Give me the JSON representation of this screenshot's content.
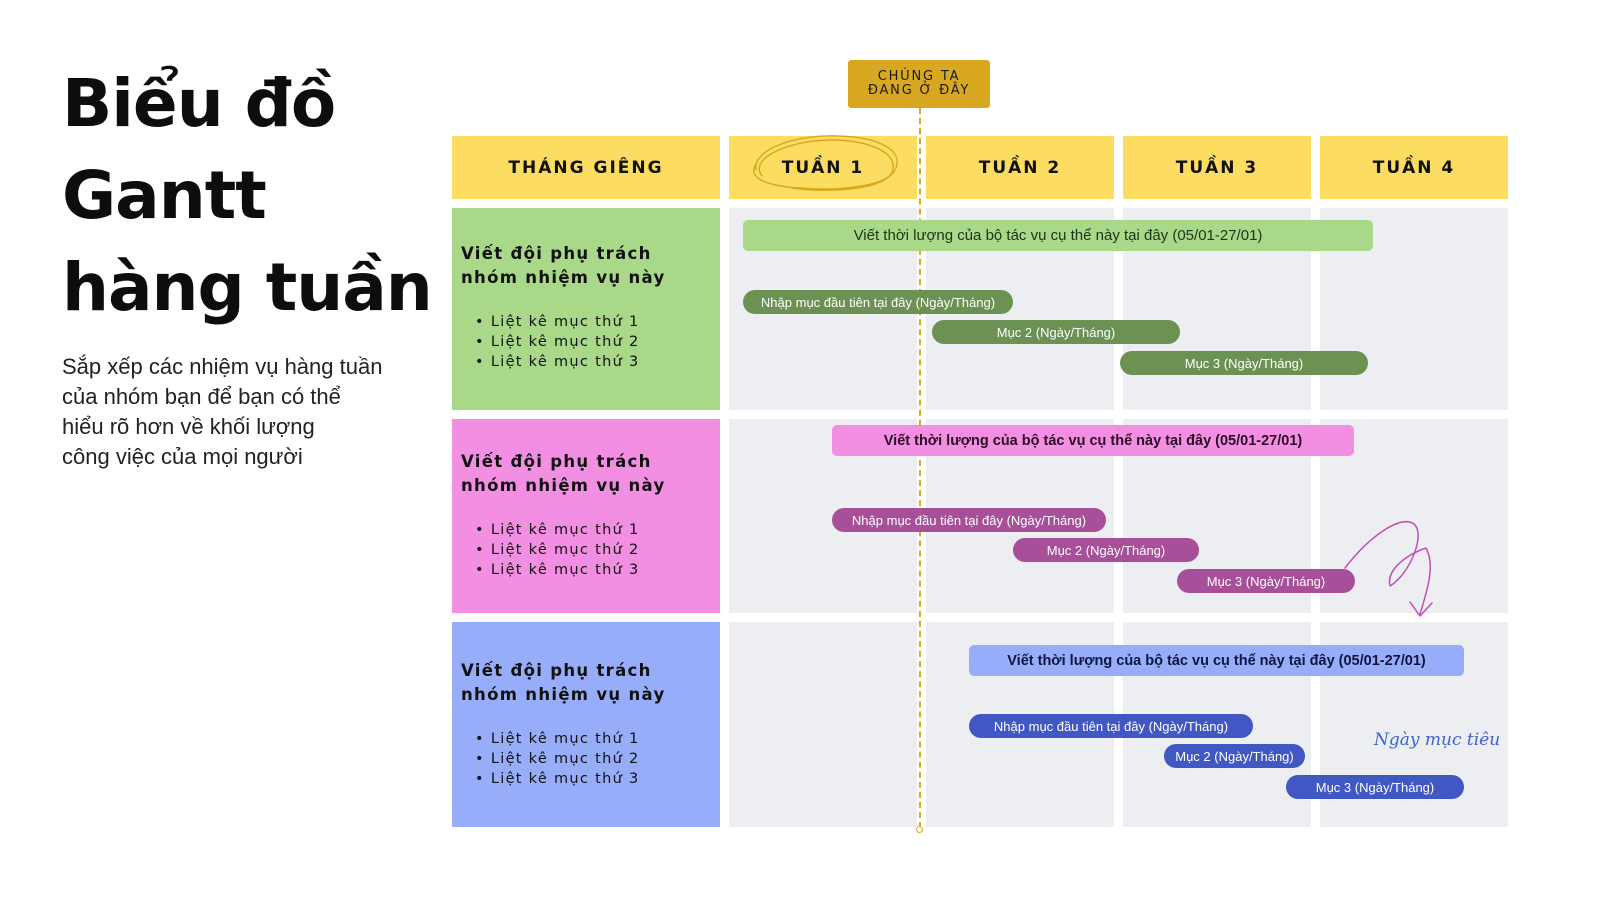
{
  "title_lines": [
    "Biểu đồ",
    "Gantt",
    "hàng tuần"
  ],
  "subtitle_lines": [
    "Sắp xếp các nhiệm vụ hàng tuần",
    "của nhóm bạn để bạn có thể",
    "hiểu rõ hơn về khối lượng",
    "công việc của mọi người"
  ],
  "marker": {
    "line1": "CHÚNG TA",
    "line2": "ĐANG Ở ĐÂY",
    "color": "#d8a820"
  },
  "headers": {
    "month": "THÁNG GIÊNG",
    "weeks": [
      "TUẦN 1",
      "TUẦN 2",
      "TUẦN 3",
      "TUẦN 4"
    ],
    "color": "#fddc62"
  },
  "teams": [
    {
      "name_lines": [
        "Viết đội phụ trách",
        "nhóm nhiệm vụ này"
      ],
      "items": [
        "Liệt kê mục thứ 1",
        "Liệt kê mục thứ 2",
        "Liệt kê mục thứ 3"
      ],
      "color": "#a8d888",
      "main_task": "Viết thời lượng của bộ tác vụ cụ thể này tại đây (05/01-27/01)",
      "main_color": "#a8d888",
      "subtasks": [
        "Nhập mục đầu tiên tại đây (Ngày/Tháng)",
        "Mục 2 (Ngày/Tháng)",
        "Mục 3 (Ngày/Tháng)"
      ],
      "sub_color": "#6b9153"
    },
    {
      "name_lines": [
        "Viết đội phụ trách",
        "nhóm nhiệm vụ này"
      ],
      "items": [
        "Liệt kê mục thứ 1",
        "Liệt kê mục thứ 2",
        "Liệt kê mục thứ 3"
      ],
      "color": "#f38fe2",
      "main_task": "Viết thời lượng của bộ tác vụ cụ thể này tại đây (05/01-27/01)",
      "main_color": "#f38fe2",
      "subtasks": [
        "Nhập mục đầu tiên tại đây (Ngày/Tháng)",
        "Mục 2 (Ngày/Tháng)",
        "Mục 3 (Ngày/Tháng)"
      ],
      "sub_color": "#a84f9a"
    },
    {
      "name_lines": [
        "Viết đội phụ trách",
        "nhóm nhiệm vụ này"
      ],
      "items": [
        "Liệt kê mục thứ 1",
        "Liệt kê mục thứ 2",
        "Liệt kê mục thứ 3"
      ],
      "color": "#97adfa",
      "main_task": "Viết thời lượng của bộ tác vụ cụ thể này tại đây (05/01-27/01)",
      "main_color": "#97adfa",
      "subtasks": [
        "Nhập mục đầu tiên tại đây (Ngày/Tháng)",
        "Mục 2 (Ngày/Tháng)",
        "Mục 3 (Ngày/Tháng)"
      ],
      "sub_color": "#4057c4"
    }
  ],
  "annotation": "Ngày mục tiêu"
}
